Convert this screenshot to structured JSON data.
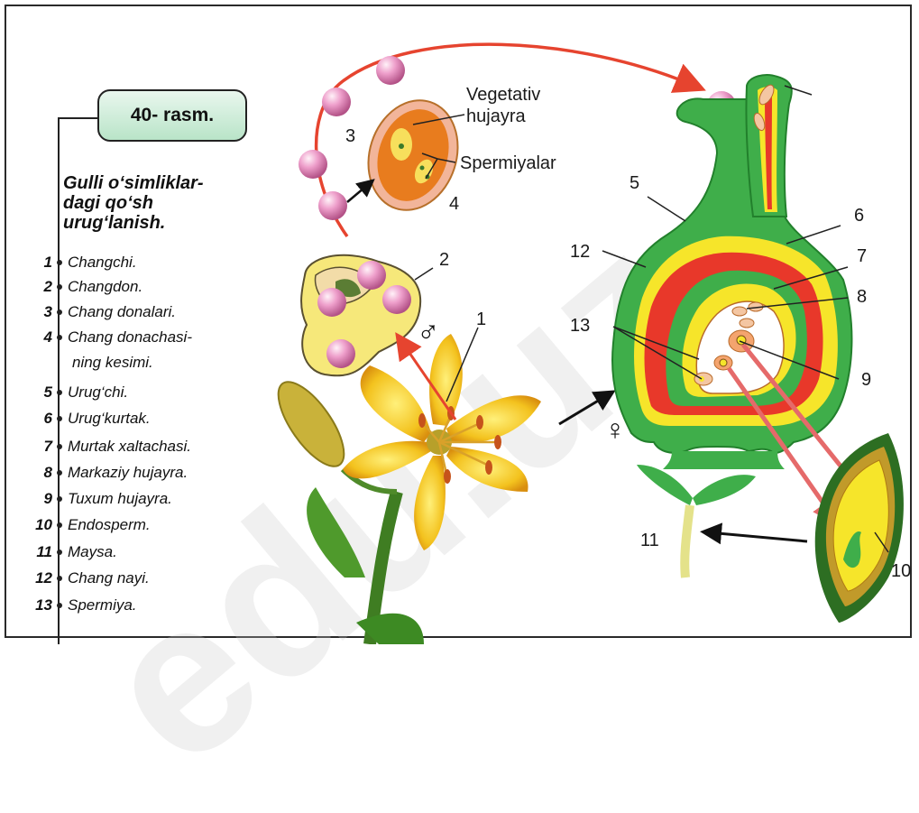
{
  "watermark": "edu.uz",
  "figure": {
    "title": "40- rasm.",
    "caption_lines": [
      "Gulli o‘simliklar-",
      "dagi qo‘sh",
      "urug‘lanish."
    ]
  },
  "legend": [
    {
      "num": "1",
      "text": "Changchi."
    },
    {
      "num": "2",
      "text": "Changdon."
    },
    {
      "num": "3",
      "text": "Chang donalari."
    },
    {
      "num": "4",
      "text": "Chang donachasi-",
      "cont": "ning kesimi."
    },
    {
      "num": "5",
      "text": "Urug‘chi."
    },
    {
      "num": "6",
      "text": "Urug‘kurtak."
    },
    {
      "num": "7",
      "text": "Murtak xaltachasi."
    },
    {
      "num": "8",
      "text": "Markaziy hujayra."
    },
    {
      "num": "9",
      "text": "Tuxum hujayra."
    },
    {
      "num": "10",
      "text": "Endosperm."
    },
    {
      "num": "11",
      "text": "Maysa."
    },
    {
      "num": "12",
      "text": "Chang nayi."
    },
    {
      "num": "13",
      "text": "Spermiya."
    }
  ],
  "diagram_labels": {
    "vegetativ_line1": "Vegetativ",
    "vegetativ_line2": "hujayra",
    "spermiyalar": "Spermiyalar",
    "n1": "1",
    "n2": "2",
    "n3": "3",
    "n4": "4",
    "n5": "5",
    "n6": "6",
    "n7": "7",
    "n8": "8",
    "n9": "9",
    "n10": "10",
    "n11": "11",
    "n12": "12",
    "n13": "13"
  },
  "symbols": {
    "male": "♂",
    "female": "♀"
  },
  "colors": {
    "pistil_green": "#3fae4a",
    "pistil_yellow": "#f6e52a",
    "pistil_red": "#e8382a",
    "pollen_pink": "#e79ac4",
    "arrow_red": "#e6442f",
    "flower_yellow": "#f3c21e"
  }
}
